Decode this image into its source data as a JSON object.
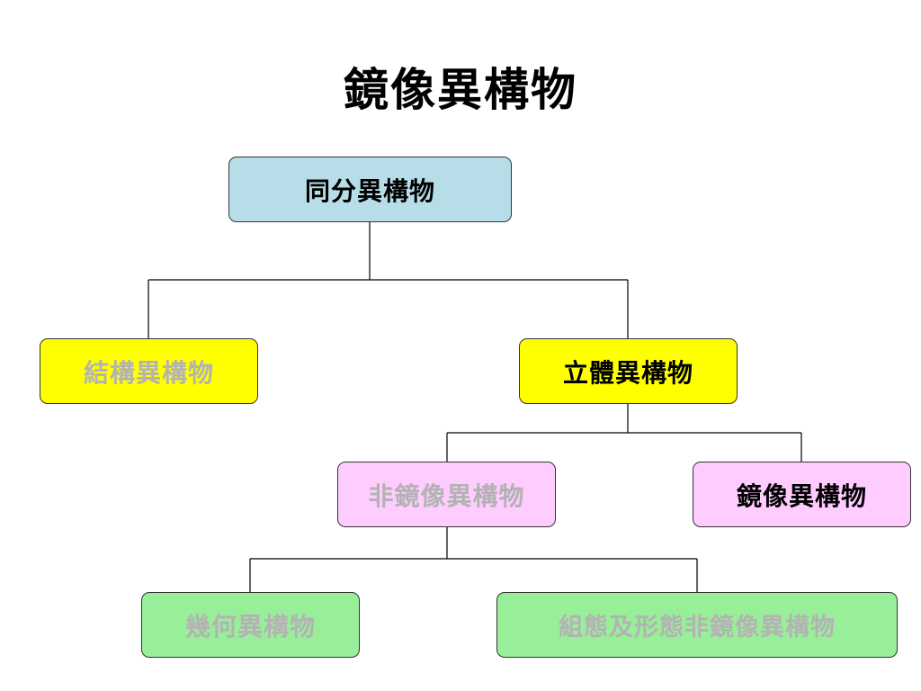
{
  "title": "鏡像異構物",
  "nodes": {
    "root": "同分異構物",
    "structural": "結構異構物",
    "stereo": "立體異構物",
    "non_mirror": "非鏡像異構物",
    "mirror": "鏡像異構物",
    "geometric": "幾何異構物",
    "conformational": "組態及形態非鏡像異構物"
  },
  "colors": {
    "root_fill": "#b7dee8",
    "level1_fill": "#ffff00",
    "level2_fill": "#ffccff",
    "level3_fill": "#99ee99",
    "dimmed_text": "#b3b3b3",
    "active_text": "#000000"
  }
}
